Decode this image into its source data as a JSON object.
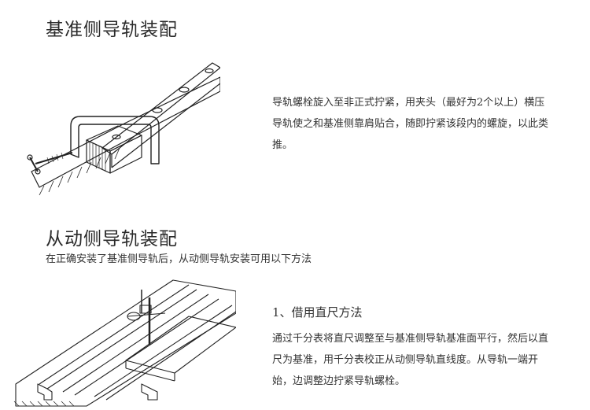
{
  "section1": {
    "title": "基准侧导轨装配",
    "text": "导轨螺栓旋入至非正式拧紧，用夹头（最好为2个以上）横压导轨使之和基准侧靠肩贴合，随即拧紧该段内的螺旋，以此类推。"
  },
  "section2": {
    "title": "从动侧导轨装配",
    "subtitle": "在正确安装了基准侧导轨后，从动侧导轨安装可用以下方法",
    "step_title": "1、借用直尺方法",
    "text": "通过千分表将直尺调整至与基准侧导轨基准面平行，然后以直尺为基准，用千分表校正从动侧导轨直线度。从导轨一端开始，边调整边拧紧导轨螺栓。"
  }
}
